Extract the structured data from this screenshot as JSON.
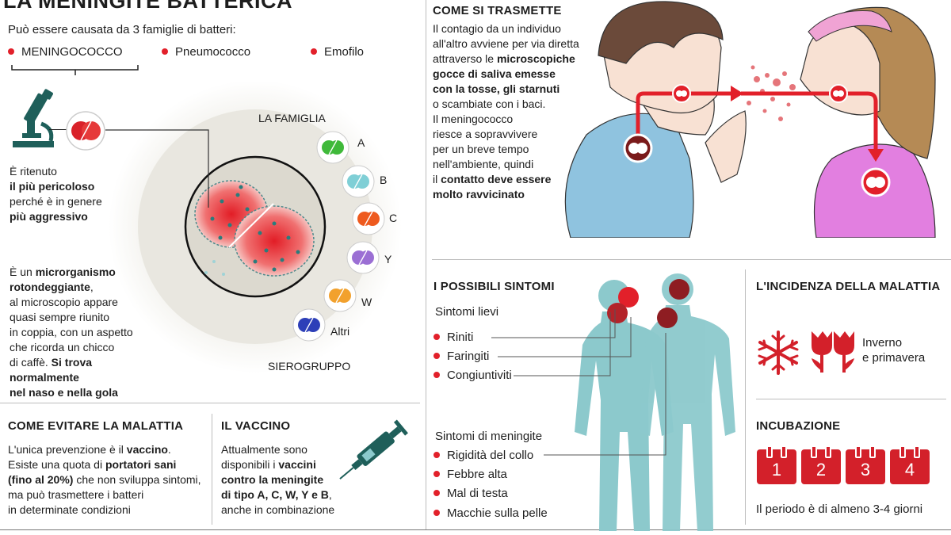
{
  "title": "LA MENINGITE BATTERICA",
  "intro": "Può essere causata da 3 famiglie di batteri:",
  "families": [
    "MENINGOCOCCO",
    "Pneumococco",
    "Emofilo"
  ],
  "mening": {
    "p1a": "È ritenuto",
    "p1b": "il più pericoloso",
    "p1c": "perché è in genere",
    "p1d": "più aggressivo",
    "p2": [
      {
        "t": "È un ",
        "b": "microrganismo"
      },
      {
        "t": "",
        "b": "rotondeggiante"
      },
      {
        "t": ",",
        "b": ""
      },
      {
        "t": "al microscopio appare",
        "b": ""
      },
      {
        "t": "quasi sempre riunito",
        "b": ""
      },
      {
        "t": "in coppia, con un aspetto",
        "b": ""
      },
      {
        "t": "che ricorda un chicco",
        "b": ""
      },
      {
        "t": "di caffè. ",
        "b": "Si trova normalmente"
      },
      {
        "t": "",
        "b": "nel naso e nella gola"
      }
    ]
  },
  "family_label": "LA FAMIGLIA",
  "serogroup_label": "SIEROGRUPPO",
  "serogroups": [
    {
      "label": "A",
      "color": "#3fb93a"
    },
    {
      "label": "B",
      "color": "#7fcfd6"
    },
    {
      "label": "C",
      "color": "#ee5a1e"
    },
    {
      "label": "Y",
      "color": "#9b6fd4"
    },
    {
      "label": "W",
      "color": "#f2a12d"
    },
    {
      "label": "Altri",
      "color": "#2d3fb8"
    }
  ],
  "transmission": {
    "title": "COME SI TRASMETTE",
    "lines": [
      {
        "t": "Il contagio da un individuo",
        "b": ""
      },
      {
        "t": "all'altro avviene per via diretta",
        "b": ""
      },
      {
        "t": "attraverso le ",
        "b": "microscopiche"
      },
      {
        "t": "",
        "b": "gocce di saliva emesse"
      },
      {
        "t": "",
        "b": "con la tosse, gli starnuti"
      },
      {
        "t": "o scambiate con i baci.",
        "b": ""
      },
      {
        "t": "Il meningococco",
        "b": ""
      },
      {
        "t": "riesce a sopravvivere",
        "b": ""
      },
      {
        "t": "per un breve tempo",
        "b": ""
      },
      {
        "t": "nell'ambiente, quindi",
        "b": ""
      },
      {
        "t": "il ",
        "b": "contatto deve essere"
      },
      {
        "t": "",
        "b": "molto ravvicinato"
      }
    ]
  },
  "symptoms": {
    "title": "I POSSIBILI SINTOMI",
    "mild_label": "Sintomi lievi",
    "mild": [
      "Riniti",
      "Faringiti",
      "Congiuntiviti"
    ],
    "mening_label": "Sintomi di meningite",
    "mening": [
      "Rigidità del collo",
      "Febbre alta",
      "Mal di testa",
      "Macchie sulla pelle"
    ]
  },
  "incidence": {
    "title": "L'INCIDENZA DELLA MALATTIA",
    "season_l1": "Inverno",
    "season_l2": "e primavera"
  },
  "incubation": {
    "title": "INCUBAZIONE",
    "days": [
      "1",
      "2",
      "3",
      "4"
    ],
    "note": "Il periodo è di almeno 3-4 giorni"
  },
  "prevention": {
    "title": "COME EVITARE LA MALATTIA",
    "lines": [
      {
        "t": "L'unica prevenzione è il ",
        "b": "vaccino",
        "t2": "."
      },
      {
        "t": "Esiste una quota di ",
        "b": "portatori sani",
        "t2": ""
      },
      {
        "t": "",
        "b": "(fino al 20%)",
        "t2": " che non sviluppa sintomi,"
      },
      {
        "t": "ma può trasmettere i batteri",
        "b": "",
        "t2": ""
      },
      {
        "t": "in determinate condizioni",
        "b": "",
        "t2": ""
      }
    ]
  },
  "vaccine": {
    "title": "IL VACCINO",
    "lines": [
      {
        "t": "Attualmente sono",
        "b": ""
      },
      {
        "t": "disponibili i ",
        "b": "vaccini"
      },
      {
        "t": "",
        "b": "contro la meningite"
      },
      {
        "t": "",
        "b": "di tipo A, C, W, Y e B"
      },
      {
        "t": ",",
        "b": ""
      },
      {
        "t": "anche in combinazione",
        "b": ""
      }
    ]
  },
  "colors": {
    "accent": "#e2202a",
    "teal": "#8cc9cc",
    "microscope": "#1f5f5a"
  }
}
